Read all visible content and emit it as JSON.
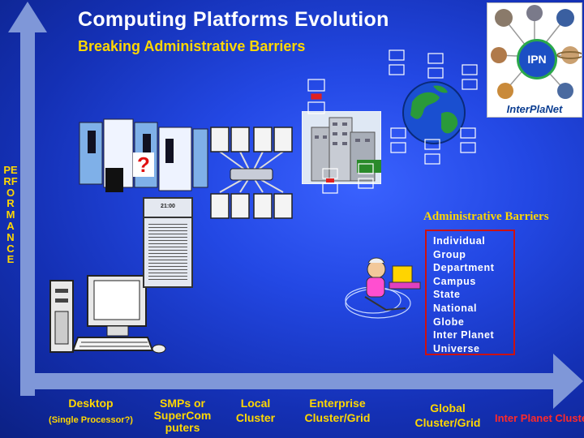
{
  "title": "Computing Platforms Evolution",
  "subtitle": "Breaking Administrative Barriers",
  "y_axis_label": "PERFORMANCE",
  "logo": {
    "text": "InterPlaNet",
    "badge": "IPN"
  },
  "question_mark": "?",
  "machine_display": "21:00",
  "administrative_barriers": {
    "title": "Administrative Barriers",
    "items": [
      "Individual",
      "Group",
      "Department",
      "Campus",
      "State",
      "National",
      "Globe",
      "Inter Planet",
      "Universe"
    ]
  },
  "x_axis": {
    "desktop": {
      "label": "Desktop",
      "sub": "(Single Processor?)"
    },
    "smps": {
      "label": "SMPs or SuperCom puters"
    },
    "local": {
      "label": "Local Cluster"
    },
    "enterprise": {
      "label": "Enterprise Cluster/Grid"
    },
    "global": {
      "label": "Global Cluster/Grid"
    },
    "interplanet": {
      "label": "Inter Planet Cluster/Grid ??"
    }
  },
  "colors": {
    "axis": "#7f97d8",
    "accent": "#ffd700",
    "highlight": "#ff2a2a",
    "barrier_border": "#cc1111"
  }
}
